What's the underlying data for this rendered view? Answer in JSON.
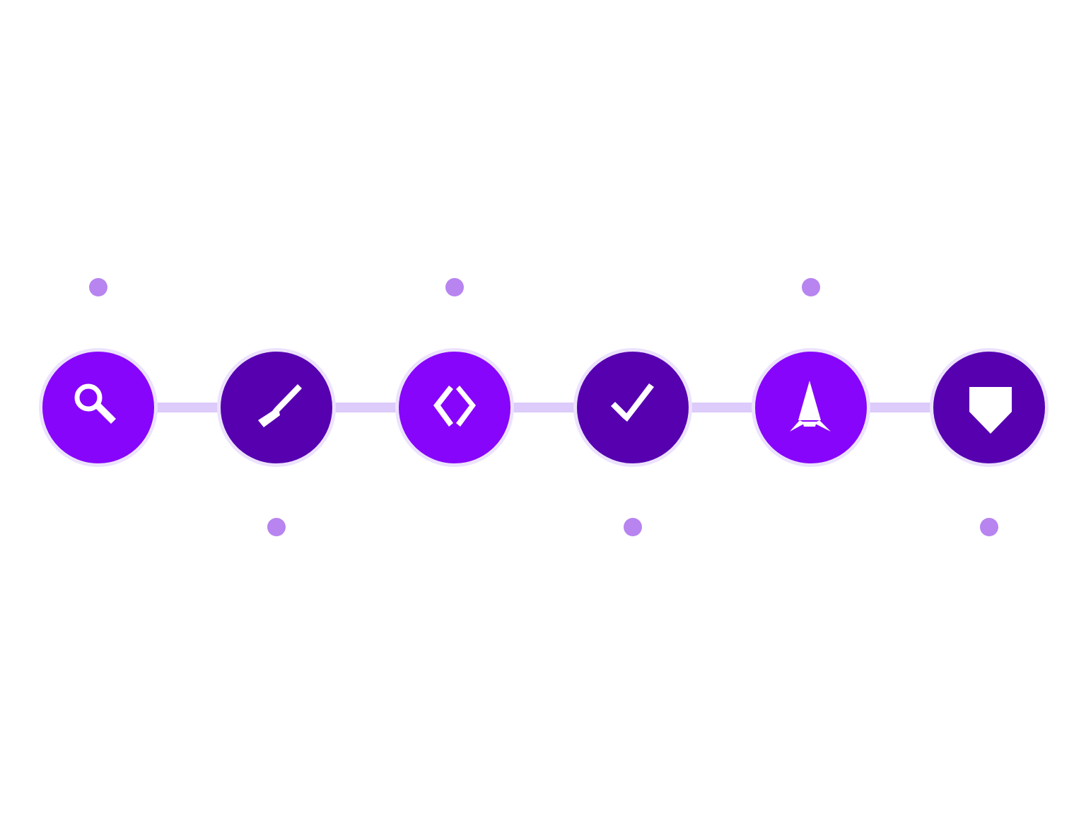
{
  "colors": {
    "background": "#ffffff",
    "accent_bright": "#8705fb",
    "accent_dark": "#5600b0",
    "ring": "#ece2fd",
    "connector": "#dccbfb",
    "marker_dot": "#b784f0",
    "icon": "#ffffff"
  },
  "steps": [
    {
      "icon": "search-icon",
      "tone": "bright",
      "marker": "above"
    },
    {
      "icon": "pen-icon",
      "tone": "dark",
      "marker": "below"
    },
    {
      "icon": "code-icon",
      "tone": "bright",
      "marker": "above"
    },
    {
      "icon": "check-icon",
      "tone": "dark",
      "marker": "below"
    },
    {
      "icon": "rocket-icon",
      "tone": "bright",
      "marker": "above"
    },
    {
      "icon": "shield-icon",
      "tone": "dark",
      "marker": "below"
    }
  ]
}
